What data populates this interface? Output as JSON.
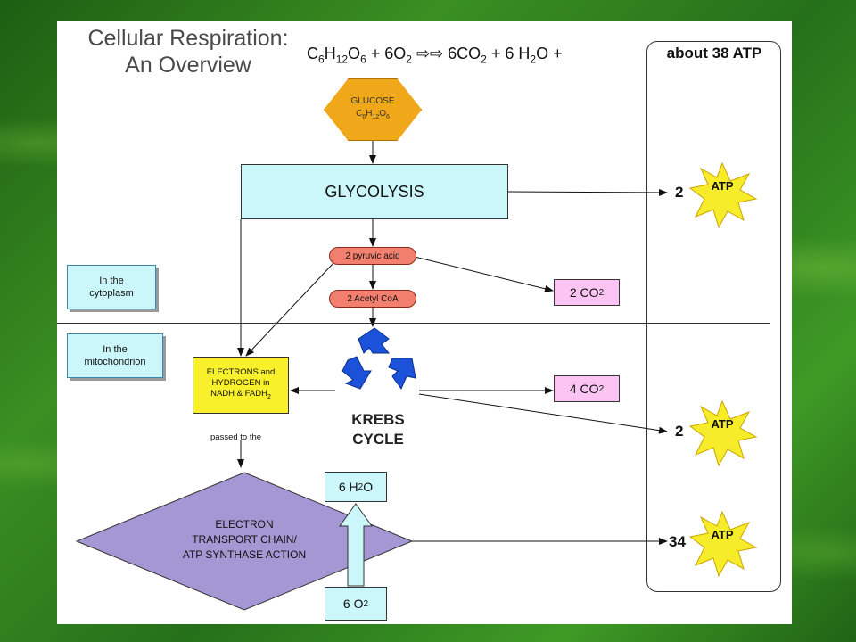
{
  "slide": {
    "title_line1": "Cellular Respiration:",
    "title_line2": "An Overview",
    "equation": {
      "glucose_c": "C",
      "glucose_c_sub": "6",
      "glucose_h": "H",
      "glucose_h_sub": "12",
      "glucose_o": "O",
      "glucose_o_sub": "6",
      "part2": " + 6O",
      "o2_sub": "2",
      "arrows": " ⇨⇨ ",
      "part3": "6CO",
      "co2_sub": "2",
      "part4": " + 6 H",
      "h2o_sub": "2",
      "part5": "O + "
    },
    "atp_header": "about 38 ATP"
  },
  "diagram": {
    "glucose": {
      "line1": "GLUCOSE",
      "c": "C",
      "c_sub": "6",
      "h": "H",
      "h_sub": "12",
      "o": "O",
      "o_sub": "6"
    },
    "glycolysis": "GLYCOLYSIS",
    "pyruvic_acid": "2 pyruvic acid",
    "acetyl_coa": "2 Acetyl CoA",
    "co2_top": {
      "text": "2 CO",
      "sub": "2"
    },
    "co2_mid": {
      "text": "4 CO",
      "sub": "2"
    },
    "location_cytoplasm": {
      "line1": "In the",
      "line2": "cytoplasm"
    },
    "location_mitochondrion": {
      "line1": "In the",
      "line2": "mitochondrion"
    },
    "electrons": {
      "line1": "ELECTRONS and",
      "line2": "HYDROGEN in",
      "line3": "NADH & FADH",
      "sub": "2"
    },
    "krebs": {
      "line1": "KREBS",
      "line2": "CYCLE"
    },
    "passed_to": "passed to the",
    "etc": {
      "line1": "ELECTRON",
      "line2": "TRANSPORT CHAIN/",
      "line3": "ATP SYNTHASE ACTION"
    },
    "water": {
      "text": "6 H",
      "sub": "2",
      "tail": "O"
    },
    "oxygen": {
      "text": "6 O",
      "sub": "2"
    },
    "atp_yields": [
      {
        "count": "2",
        "label": "ATP"
      },
      {
        "count": "2",
        "label": "ATP"
      },
      {
        "count": "34",
        "label": "ATP"
      }
    ]
  },
  "colors": {
    "glucose": "#f0a81a",
    "glycolysis": "#ccf7fa",
    "pill": "#f3806e",
    "co2": "#fcc4f2",
    "electrons": "#f9f02c",
    "etc": "#a596d4",
    "recycle": "#1b52d9",
    "star": "#f6ec2a"
  }
}
